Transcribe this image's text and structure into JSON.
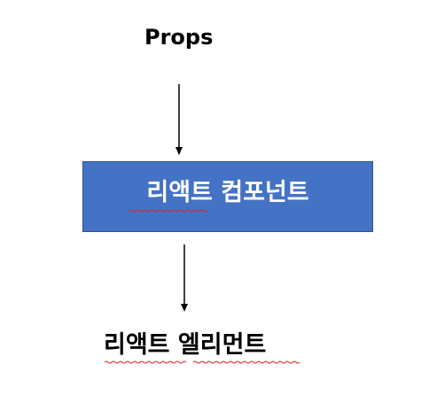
{
  "diagram": {
    "input_label": "Props",
    "process_label": "리액트 컴포넌트",
    "output_label": "리액트 엘리먼트"
  },
  "colors": {
    "box_fill": "#4472c4",
    "box_border": "#2f528f",
    "text": "#000000",
    "box_text": "#ffffff",
    "arrow": "#000000",
    "spellcheck_underline": "#e0201b"
  }
}
